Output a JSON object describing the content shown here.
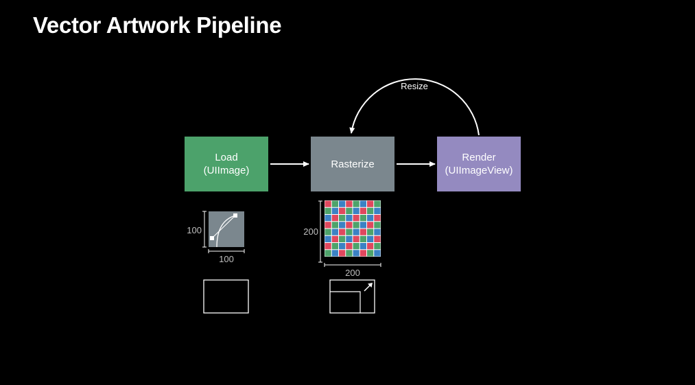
{
  "title": "Vector Artwork Pipeline",
  "colors": {
    "load": "#4ca26b",
    "rasterize": "#7b878e",
    "render": "#948ac0",
    "pixel_red": "#e0485e",
    "pixel_green": "#4ea36a",
    "pixel_blue": "#3b82c4"
  },
  "steps": [
    {
      "line1": "Load",
      "line2": "(UIImage)"
    },
    {
      "line1": "Rasterize",
      "line2": ""
    },
    {
      "line1": "Render",
      "line2": "(UIImageView)"
    }
  ],
  "resize_label": "Resize",
  "vector_asset": {
    "width_label": "100",
    "height_label": "100",
    "icon": "bezier-curve-icon"
  },
  "raster_asset": {
    "width_label": "200",
    "height_label": "200",
    "columns": 8,
    "rows": 8,
    "icon": "pixel-grid-icon"
  },
  "frames": [
    {
      "icon": "frame-icon"
    },
    {
      "icon": "frame-resize-icon"
    }
  ]
}
